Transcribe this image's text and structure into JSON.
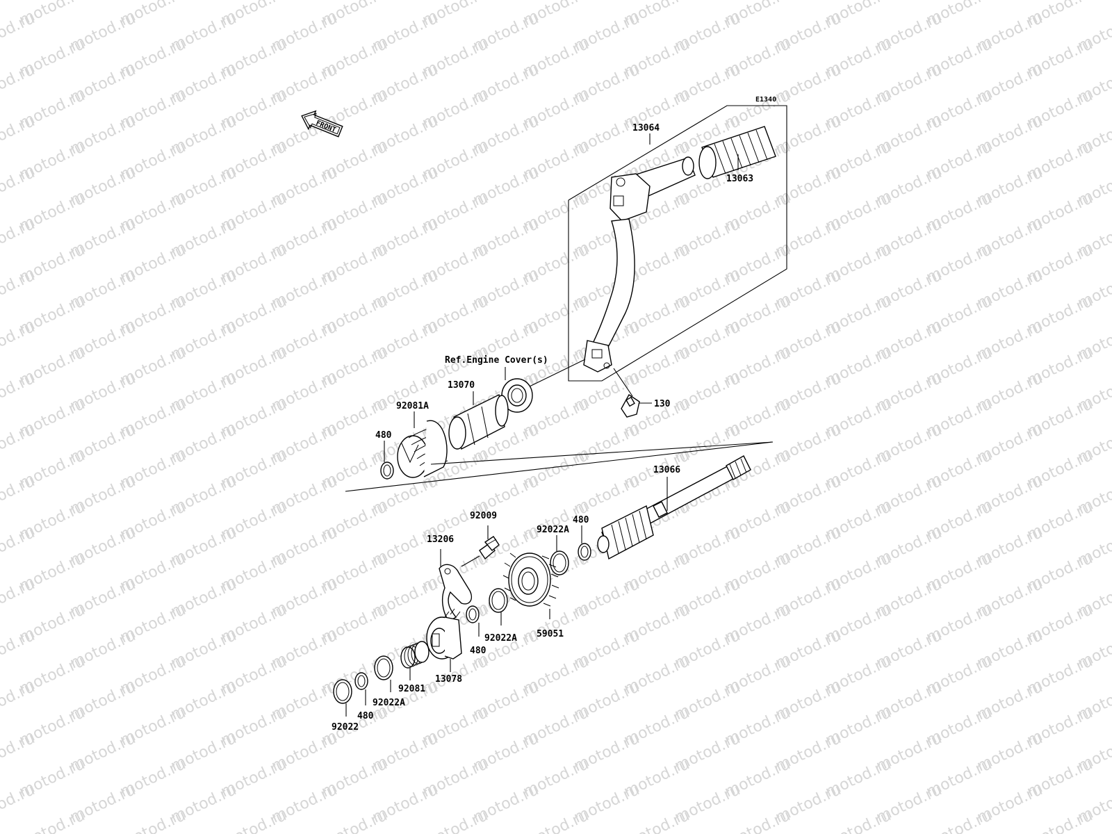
{
  "watermark": "motod.ru",
  "front_label": "FRONT",
  "diagram_code": "E1340",
  "ref_note": "Ref.Engine Cover(s)",
  "labels": {
    "p13064": "13064",
    "p13063": "13063",
    "p130": "130",
    "p13070": "13070",
    "p92081A": "92081A",
    "p480_a": "480",
    "p13066": "13066",
    "p92009": "92009",
    "p13206": "13206",
    "p92022A_a": "92022A",
    "p480_b": "480",
    "p59051": "59051",
    "p92022A_b": "92022A",
    "p480_c": "480",
    "p13078": "13078",
    "p92081": "92081",
    "p92022A_c": "92022A",
    "p480_d": "480",
    "p92022": "92022"
  }
}
